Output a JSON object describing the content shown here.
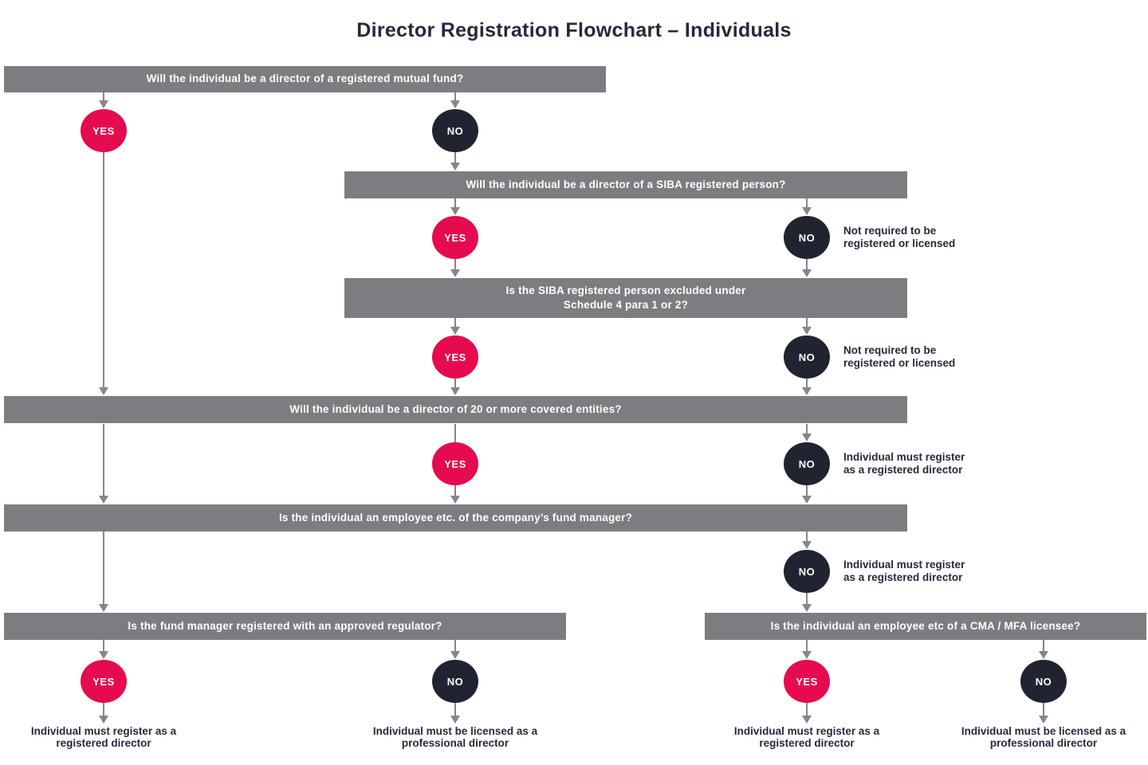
{
  "title": "Director Registration Flowchart – Individuals",
  "labels": {
    "yes": "YES",
    "no": "NO"
  },
  "colors": {
    "yes_circle": "#E60A4E",
    "no_circle": "#212430",
    "question_bar": "#7C7D80",
    "connector": "#85868A",
    "dark_text": "#252A3A"
  },
  "questions": {
    "q1": {
      "text": "Will the individual be a director of a registered mutual fund?"
    },
    "q2": {
      "text": "Will the individual be a director of a SIBA registered person?"
    },
    "q3": {
      "line1": "Is the SIBA registered person excluded under",
      "line2": "Schedule 4 para 1 or 2?"
    },
    "q4": {
      "text": "Will the individual be a director of 20 or more covered entities?"
    },
    "q5": {
      "text": "Is the individual an employee etc. of the company’s fund manager?"
    },
    "q6": {
      "text": "Is the fund manager registered with an approved regulator?"
    },
    "q7": {
      "text": "Is the individual an employee etc of a CMA / MFA licensee?"
    }
  },
  "side_notes": {
    "after_q2_no": {
      "line1": "Not required to be",
      "line2": "registered or licensed"
    },
    "after_q3_no": {
      "line1": "Not required to be",
      "line2": "registered or licensed"
    },
    "after_q4_no": {
      "line1": "Individual must register",
      "line2": "as a registered director"
    },
    "after_q5_no": {
      "line1": "Individual must register",
      "line2": "as a registered director"
    }
  },
  "outcomes": {
    "q6_yes": {
      "line1": "Individual must register as a",
      "line2": "registered director"
    },
    "q6_no": {
      "line1": "Individual must be licensed as a",
      "line2": "professional director"
    },
    "q7_yes": {
      "line1": "Individual must register as a",
      "line2": "registered director"
    },
    "q7_no": {
      "line1": "Individual must be licensed as a",
      "line2": "professional director"
    }
  }
}
